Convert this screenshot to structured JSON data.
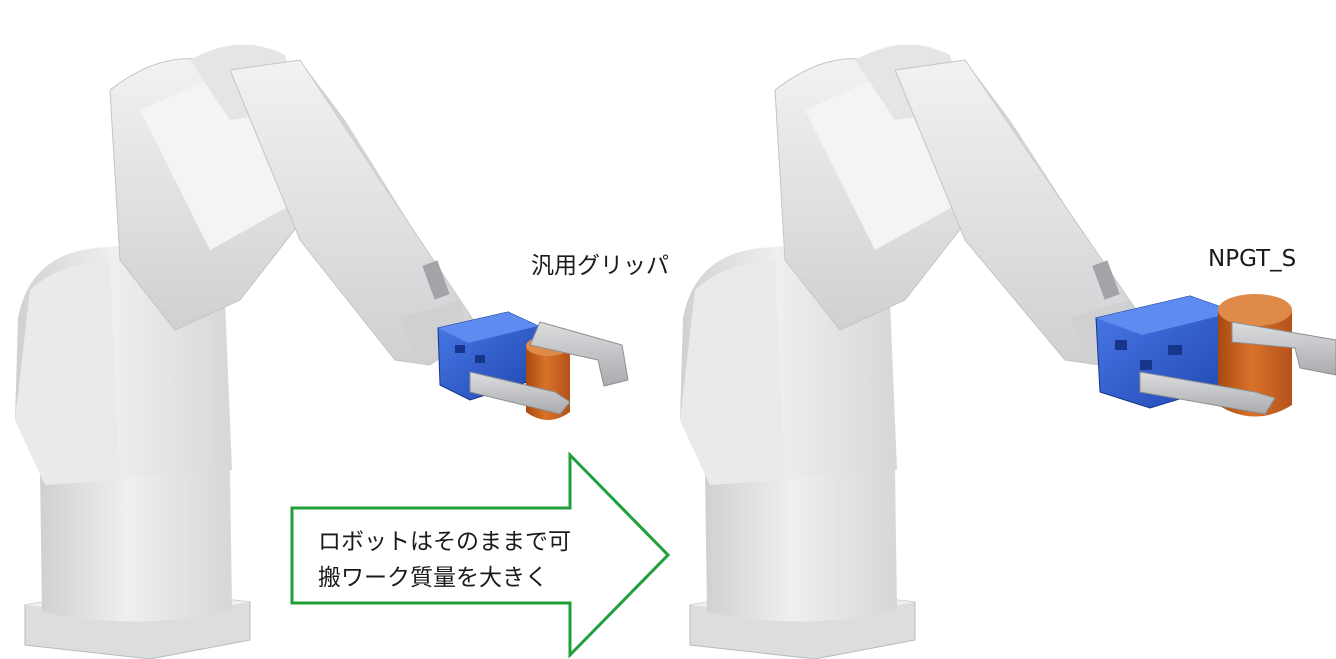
{
  "labels": {
    "left_gripper": "汎用グリッパ",
    "right_gripper": "NPGT_S"
  },
  "arrow": {
    "line1": "ロボットはそのままで可",
    "line2": "搬ワーク質量を大きく"
  },
  "colors": {
    "robot_body": "#e6e7e8",
    "robot_shade": "#c8c9cb",
    "gripper_blue": "#2f5fd0",
    "fingers": "#c2c4c6",
    "workpiece": "#c8601a",
    "arrow_outline": "#1fa03a"
  }
}
